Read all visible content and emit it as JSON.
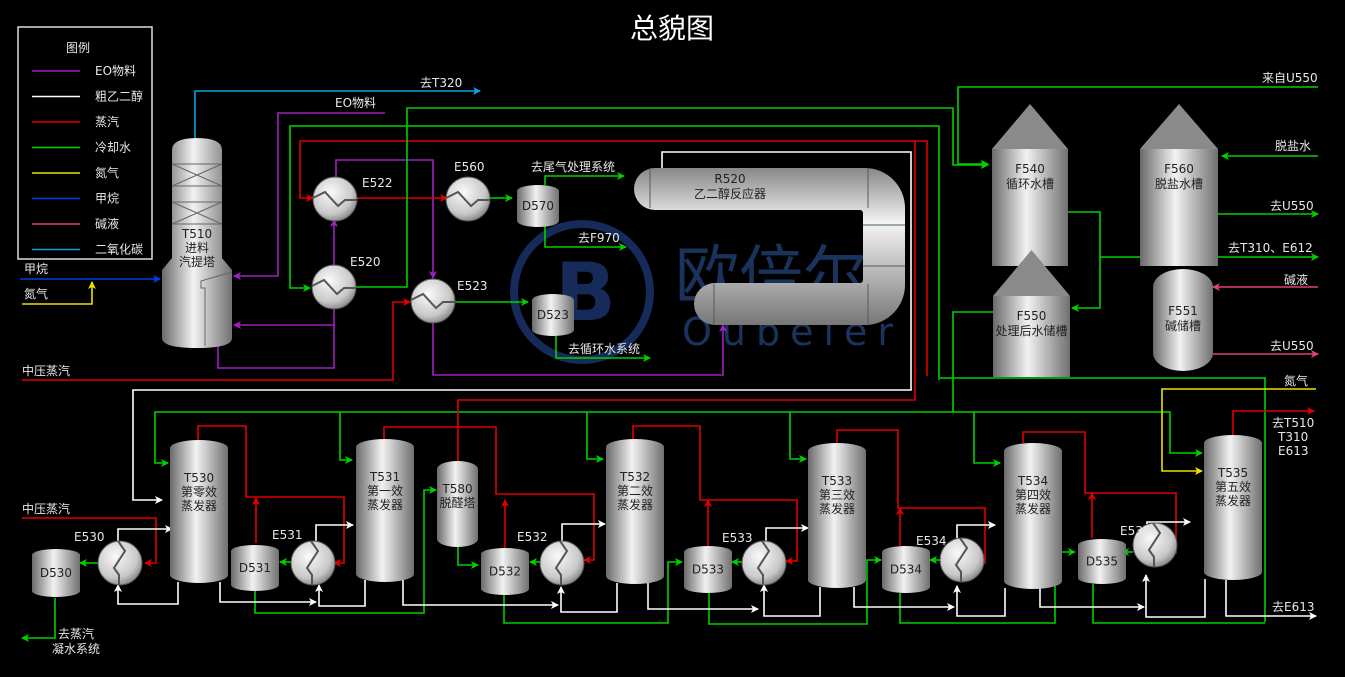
{
  "title": "总貌图",
  "legend": {
    "title": "图例",
    "items": [
      {
        "label": "EO物料",
        "color": "#a020c0"
      },
      {
        "label": "粗乙二醇",
        "color": "#ffffff"
      },
      {
        "label": "蒸汽",
        "color": "#e00000"
      },
      {
        "label": "冷却水",
        "color": "#00d000"
      },
      {
        "label": "氮气",
        "color": "#f0e000"
      },
      {
        "label": "甲烷",
        "color": "#0040e0"
      },
      {
        "label": "碱液",
        "color": "#e04080"
      },
      {
        "label": "二氧化碳",
        "color": "#10a0e0"
      }
    ]
  },
  "watermark": {
    "cn": "欧倍尔",
    "en": "Oubeier"
  },
  "streams": {
    "methane": "甲烷",
    "nitrogen_left": "氮气",
    "mp_steam_top": "中压蒸汽",
    "mp_steam_bottom": "中压蒸汽",
    "to_t320": "去T320",
    "eo_feed": "EO物料",
    "to_offgas": "去尾气处理系统",
    "to_f970": "去F970",
    "to_cw_system": "去循环水系统",
    "from_u550": "来自U550",
    "demin_water": "脱盐水",
    "to_u550_water": "去U550",
    "to_t310_e612": "去T310、E612",
    "caustic": "碱液",
    "to_u550_caustic": "去U550",
    "nitrogen_right": "氮气",
    "to_t510_l1": "去T510",
    "to_t510_l2": "T310",
    "to_t510_l3": "E613",
    "to_e613": "去E613",
    "to_condensate_l1": "去蒸汽",
    "to_condensate_l2": "凝水系统"
  },
  "equipment": {
    "t510": {
      "tag": "T510",
      "name1": "进料",
      "name2": "汽提塔"
    },
    "e520": {
      "tag": "E520"
    },
    "e522": {
      "tag": "E522"
    },
    "e523": {
      "tag": "E523"
    },
    "e560": {
      "tag": "E560"
    },
    "d570": {
      "tag": "D570"
    },
    "d523": {
      "tag": "D523"
    },
    "r520": {
      "tag": "R520",
      "name": "乙二醇反应器"
    },
    "f540": {
      "tag": "F540",
      "name": "循环水槽"
    },
    "f560": {
      "tag": "F560",
      "name": "脱盐水槽"
    },
    "f550": {
      "tag": "F550",
      "name": "处理后水储槽"
    },
    "f551": {
      "tag": "F551",
      "name": "碱储槽"
    },
    "t530": {
      "tag": "T530",
      "name1": "第零效",
      "name2": "蒸发器"
    },
    "t531": {
      "tag": "T531",
      "name1": "第一效",
      "name2": "蒸发器"
    },
    "t580": {
      "tag": "T580",
      "name1": "脱醛塔"
    },
    "t532": {
      "tag": "T532",
      "name1": "第二效",
      "name2": "蒸发器"
    },
    "t533": {
      "tag": "T533",
      "name1": "第三效",
      "name2": "蒸发器"
    },
    "t534": {
      "tag": "T534",
      "name1": "第四效",
      "name2": "蒸发器"
    },
    "t535": {
      "tag": "T535",
      "name1": "第五效",
      "name2": "蒸发器"
    },
    "d530": {
      "tag": "D530"
    },
    "d531": {
      "tag": "D531"
    },
    "d532": {
      "tag": "D532"
    },
    "d533": {
      "tag": "D533"
    },
    "d534": {
      "tag": "D534"
    },
    "d535": {
      "tag": "D535"
    },
    "e530": {
      "tag": "E530"
    },
    "e531": {
      "tag": "E531"
    },
    "e532": {
      "tag": "E532"
    },
    "e533": {
      "tag": "E533"
    },
    "e534": {
      "tag": "E534"
    },
    "e535": {
      "tag": "E535"
    }
  }
}
